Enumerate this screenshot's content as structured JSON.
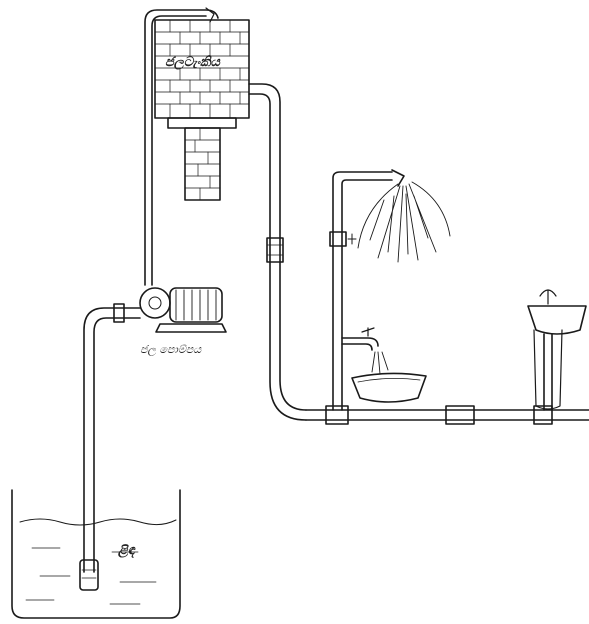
{
  "labels": {
    "tank": "ජලටැංකිය",
    "pump": "ජල පොම්පය",
    "sump": "ළිඳ"
  },
  "colors": {
    "ink": "#1a1a1a",
    "background": "#ffffff"
  }
}
